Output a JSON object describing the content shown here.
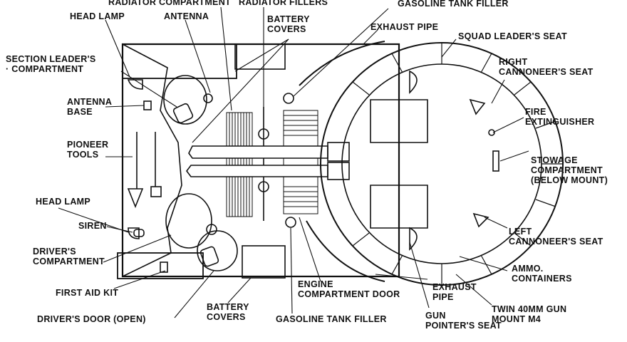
{
  "labels": {
    "radiator_compartment": "RADIATOR COMPARTMENT",
    "radiator_fillers": "RADIATOR FILLERS",
    "gasoline_tank_filler_top": "GASOLINE TANK FILLER",
    "head_lamp_top": "HEAD LAMP",
    "antenna": "ANTENNA",
    "battery_covers_top": "BATTERY\nCOVERS",
    "exhaust_pipe_top": "EXHAUST PIPE",
    "squad_leaders_seat": "SQUAD LEADER'S SEAT",
    "section_leaders_compartment": "SECTION LEADER'S\n· COMPARTMENT",
    "right_cannoneers_seat": "RIGHT\nCANNONEER'S SEAT",
    "antenna_base": "ANTENNA\nBASE",
    "fire_extinguisher": "FIRE\nEXTINGUISHER",
    "pioneer_tools": "PIONEER\nTOOLS",
    "stowage_compartment": "STOWAGE\nCOMPARTMENT\n(BELOW MOUNT)",
    "head_lamp_bottom": "HEAD LAMP",
    "siren": "SIREN",
    "left_cannoneers_seat": "LEFT\nCANNONEER'S SEAT",
    "drivers_compartment": "DRIVER'S\nCOMPARTMENT",
    "ammo_containers": "AMMO.\nCONTAINERS",
    "first_aid_kit": "FIRST AID KIT",
    "engine_compartment_door": "ENGINE\nCOMPARTMENT DOOR",
    "exhaust_pipe_bottom": "EXHAUST\nPIPE",
    "twin_gun_mount": "TWIN 40MM GUN\nMOUNT M4",
    "drivers_door": "DRIVER'S DOOR (OPEN)",
    "battery_covers_bottom": "BATTERY\nCOVERS",
    "gasoline_tank_filler_bottom": "GASOLINE TANK FILLER",
    "gun_pointers_seat": "GUN\nPOINTER'S SEAT"
  }
}
